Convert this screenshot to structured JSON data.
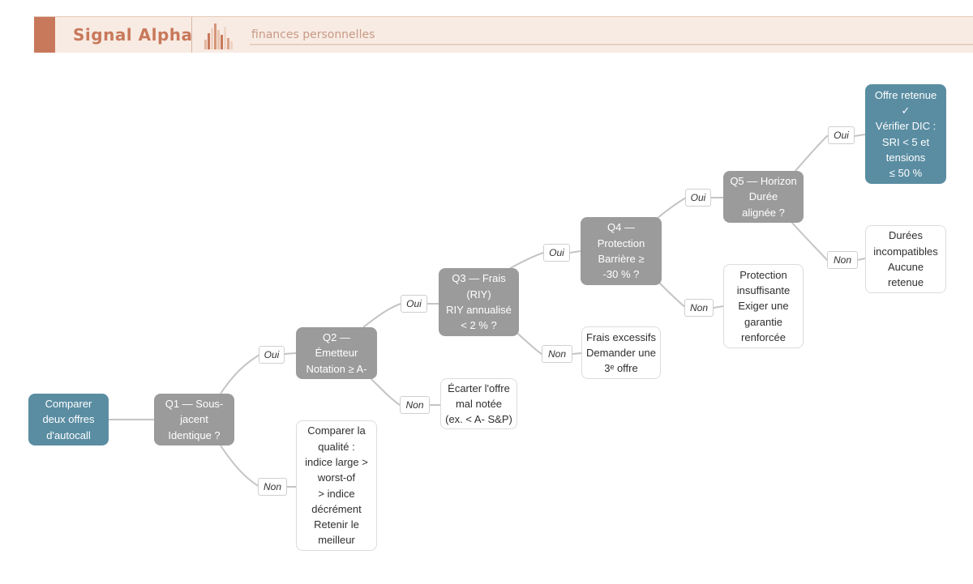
{
  "header": {
    "brand": "Signal Alpha",
    "subtitle": "finances personnelles",
    "accent_color": "#c8795b"
  },
  "diagram": {
    "nodes": {
      "start": "Comparer\ndeux offres\nd'autocall",
      "q1": "Q1 — Sous-\njacent\nIdentique ?",
      "q1_non": "Comparer la\nqualité :\nindice large >\nworst-of\n> indice\ndécrément\nRetenir le\nmeilleur",
      "q2": "Q2 —\nÉmetteur\nNotation ≥ A-",
      "q2_non": "Écarter l'offre\nmal notée\n(ex. < A- S&P)",
      "q3": "Q3 — Frais\n(RIY)\nRIY annualisé\n< 2 % ?",
      "q3_non": "Frais excessifs\nDemander une\n3ᵉ offre",
      "q4": "Q4 —\nProtection\nBarrière ≥\n-30 % ?",
      "q4_non": "Protection\ninsuffisante\nExiger une\ngarantie\nrenforcée",
      "q5": "Q5 — Horizon\nDurée\nalignée ?",
      "q5_non": "Durées\nincompatibles\nAucune\nretenue",
      "final": "Offre retenue\n✓\nVérifier DIC :\nSRI < 5 et\ntensions\n≤ 50 %"
    },
    "labels": {
      "q1_oui": "Oui",
      "q1_non": "Non",
      "q2_oui": "Oui",
      "q2_non": "Non",
      "q3_oui": "Oui",
      "q3_non": "Non",
      "q4_oui": "Oui",
      "q4_non": "Non",
      "q5_oui": "Oui",
      "q5_non": "Non"
    },
    "colors": {
      "start_end": "#5a8da2",
      "question": "#9b9b9b",
      "edge": "#c4c4c4"
    }
  }
}
